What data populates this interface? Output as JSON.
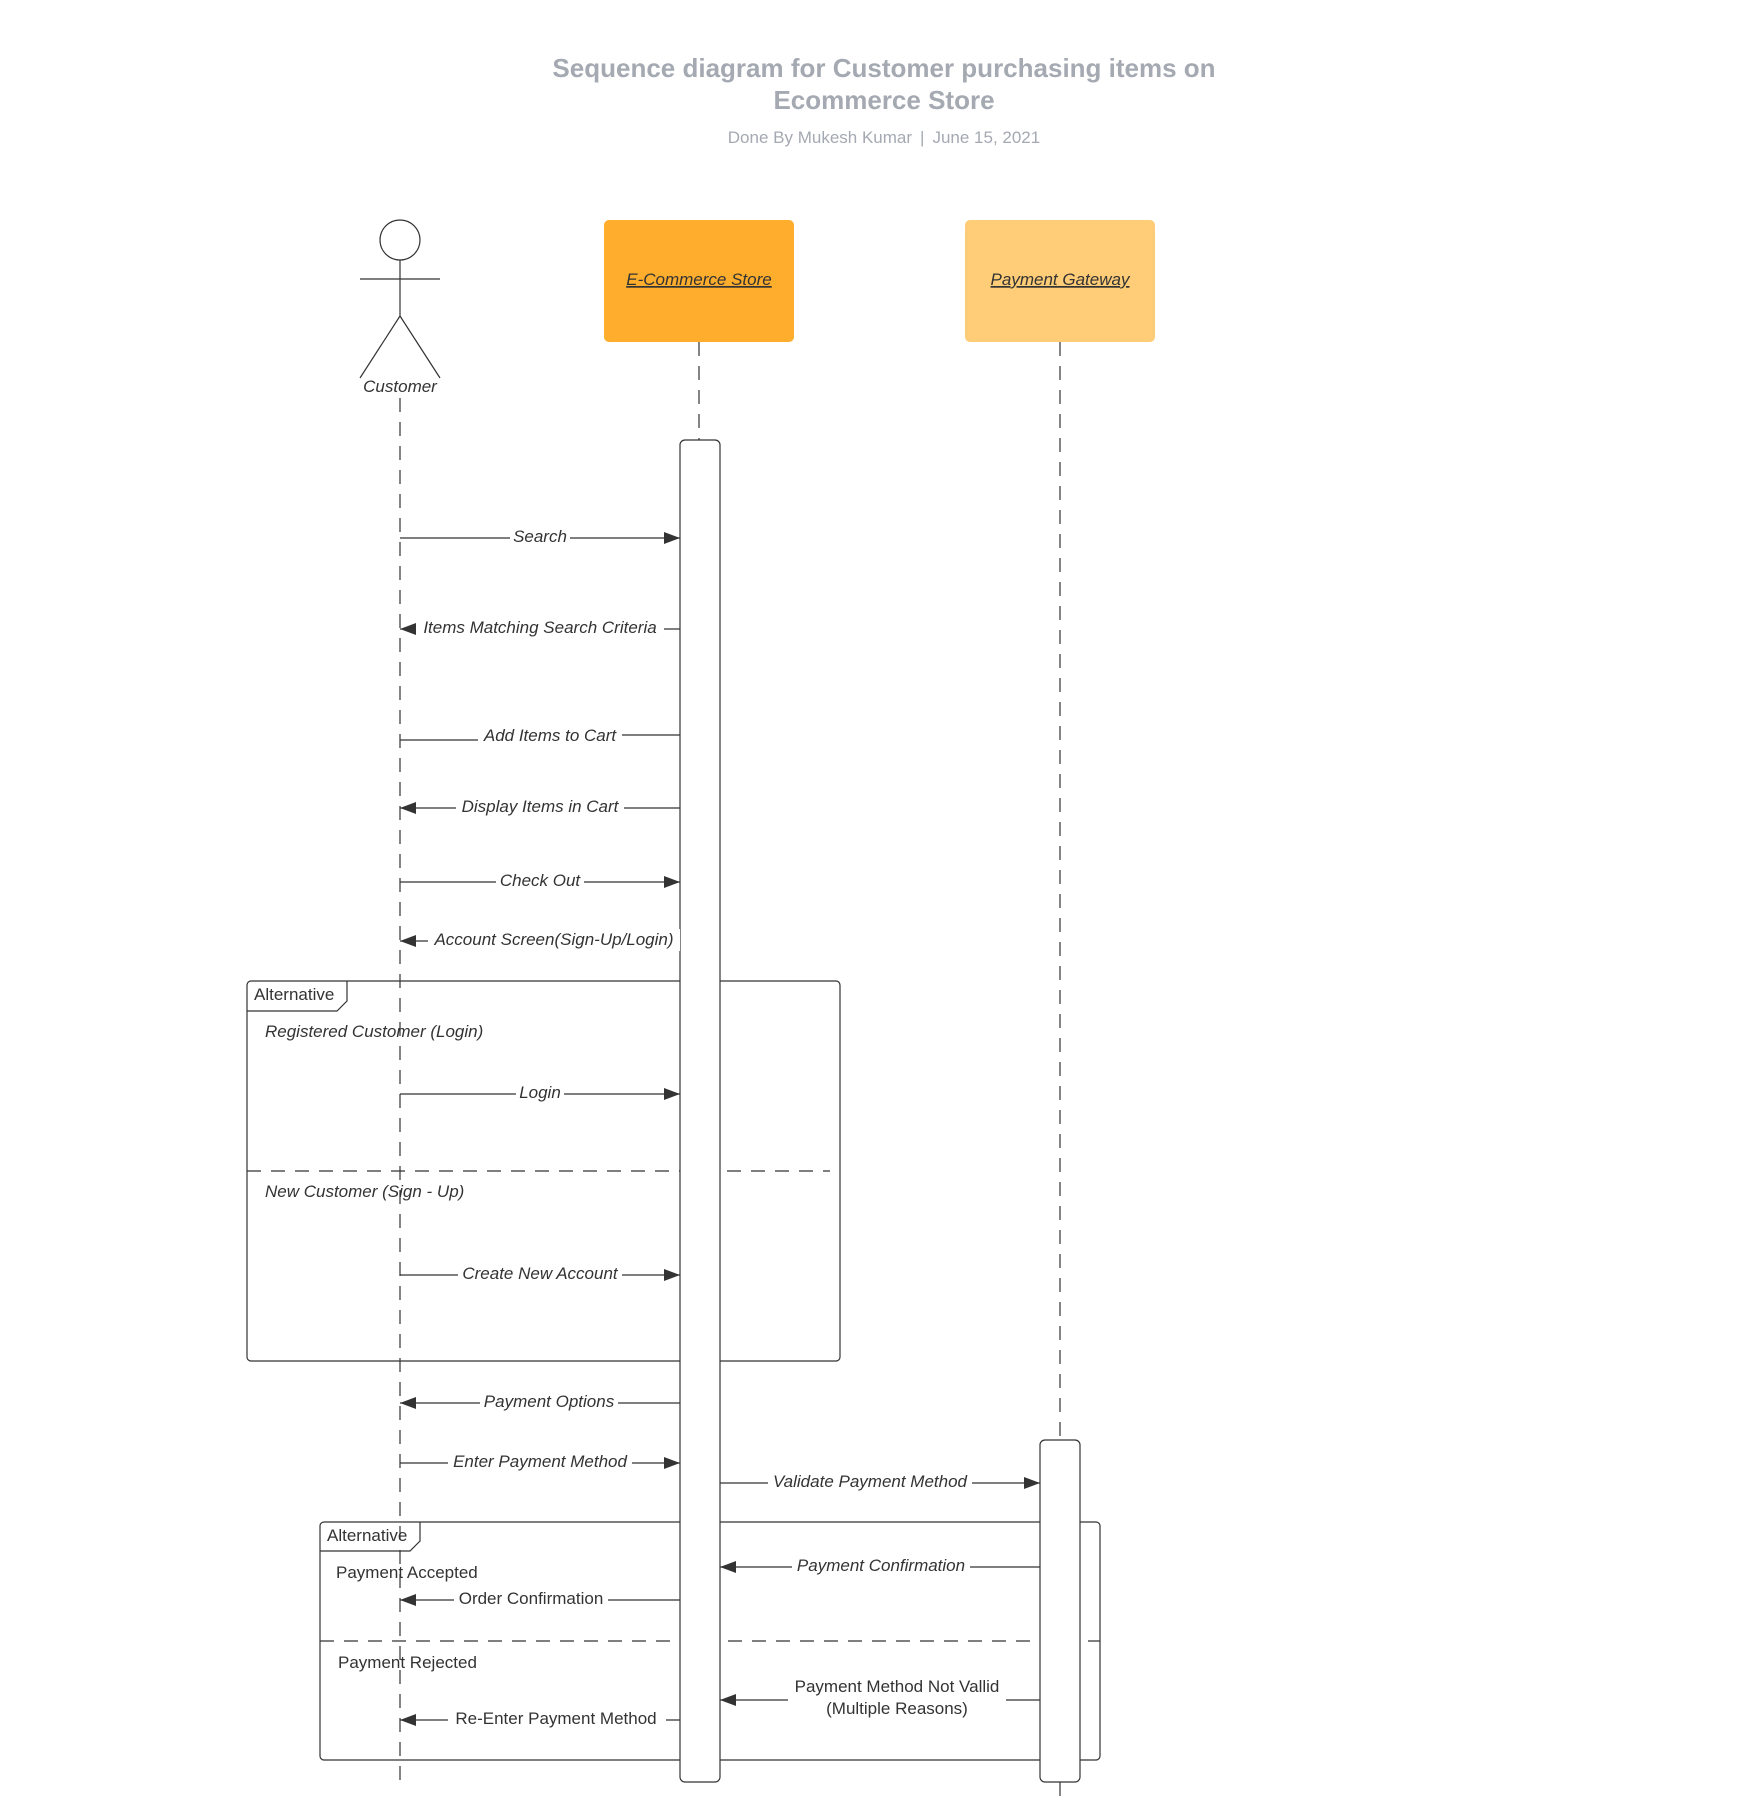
{
  "header": {
    "title_line1": "Sequence diagram for Customer purchasing items on",
    "title_line2": "Ecommerce Store",
    "author": "Done By Mukesh Kumar",
    "separator": "|",
    "date": "June 15, 2021"
  },
  "participants": {
    "customer": "Customer",
    "store": "E-Commerce Store",
    "gateway": "Payment Gateway"
  },
  "colors": {
    "store": "#ffad2c",
    "gateway": "#ffcc77",
    "title": "#a4a9b2",
    "line": "#333333"
  },
  "messages": {
    "search": "Search",
    "items_matching": "Items Matching Search Criteria",
    "add_to_cart": "Add Items to Cart",
    "display_cart": "Display Items in Cart",
    "check_out": "Check Out",
    "account_screen": "Account Screen(Sign-Up/Login)",
    "login": "Login",
    "create_account": "Create New Account",
    "payment_options": "Payment Options",
    "enter_payment": "Enter Payment Method",
    "validate_payment": "Validate Payment Method",
    "payment_confirmation": "Payment Confirmation",
    "order_confirmation": "Order Confirmation",
    "payment_not_valid_line1": "Payment Method Not Vallid",
    "payment_not_valid_line2": "(Multiple Reasons)",
    "reenter_payment": "Re-Enter Payment Method"
  },
  "fragments": {
    "alt1": {
      "label": "Alternative",
      "guard1": "Registered Customer (Login)",
      "guard2": "New Customer (Sign - Up)"
    },
    "alt2": {
      "label": "Alternative",
      "guard1": "Payment Accepted",
      "guard2": "Payment Rejected"
    }
  }
}
